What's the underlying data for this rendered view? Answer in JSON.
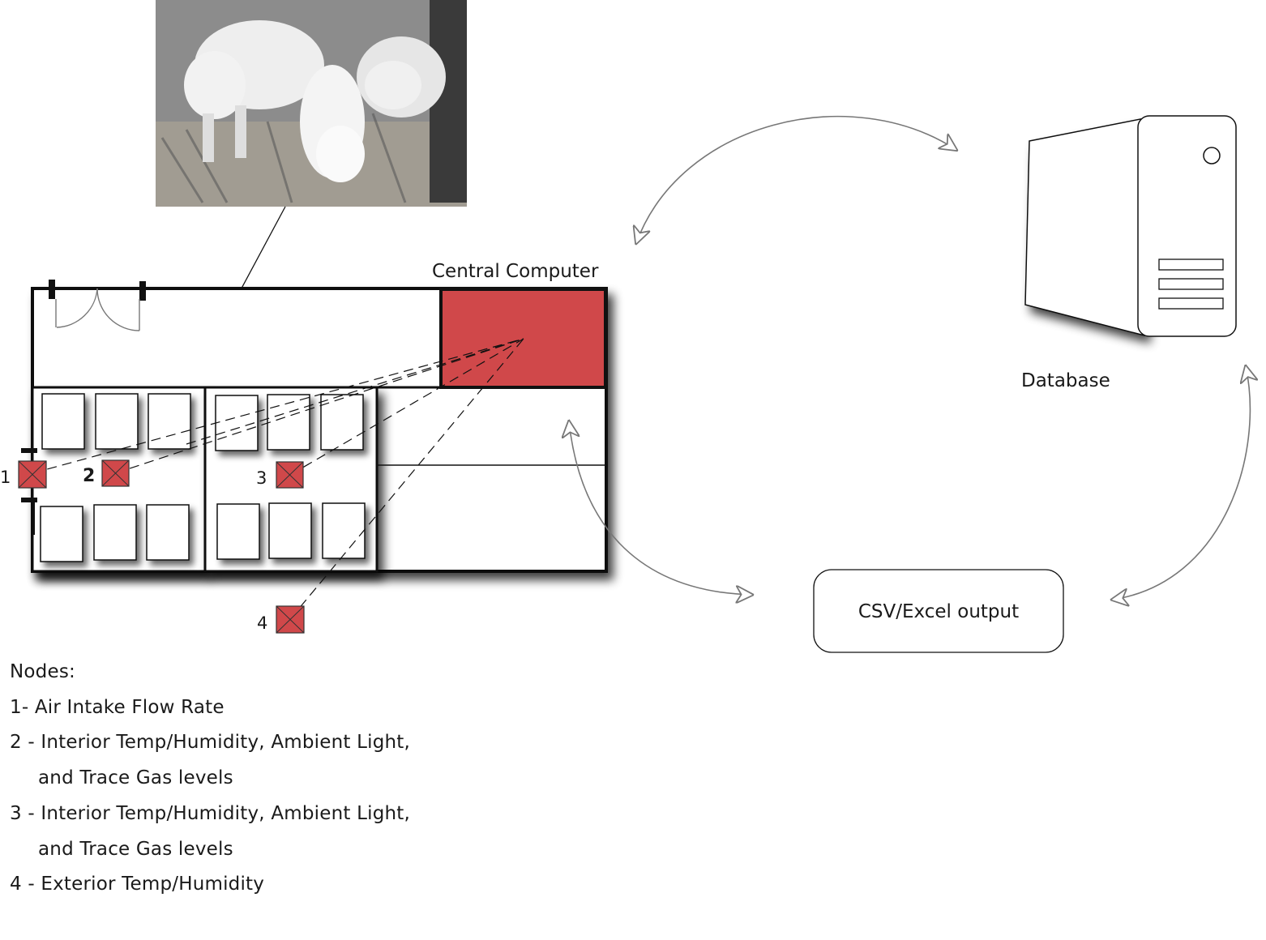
{
  "labels": {
    "central_computer": "Central Computer",
    "database": "Database",
    "csv_output": "CSV/Excel output"
  },
  "node_markers": [
    {
      "id": "1",
      "label": "1"
    },
    {
      "id": "2",
      "label": "2"
    },
    {
      "id": "3",
      "label": "3"
    },
    {
      "id": "4",
      "label": "4"
    }
  ],
  "legend": {
    "heading": "Nodes:",
    "lines": [
      "1- Air Intake Flow Rate",
      "2 - Interior Temp/Humidity, Ambient Light,",
      "and Trace Gas levels",
      "3 - Interior Temp/Humidity, Ambient Light,",
      "and Trace Gas levels",
      "4 - Exterior Temp/Humidity"
    ]
  },
  "colors": {
    "node_red": "#d0484a",
    "line": "#111111",
    "arrow": "#777777"
  },
  "icons": [
    "pig-photo",
    "door-icon",
    "sensor-node-icon",
    "database-tower-icon",
    "bidirectional-arrow-icon"
  ]
}
